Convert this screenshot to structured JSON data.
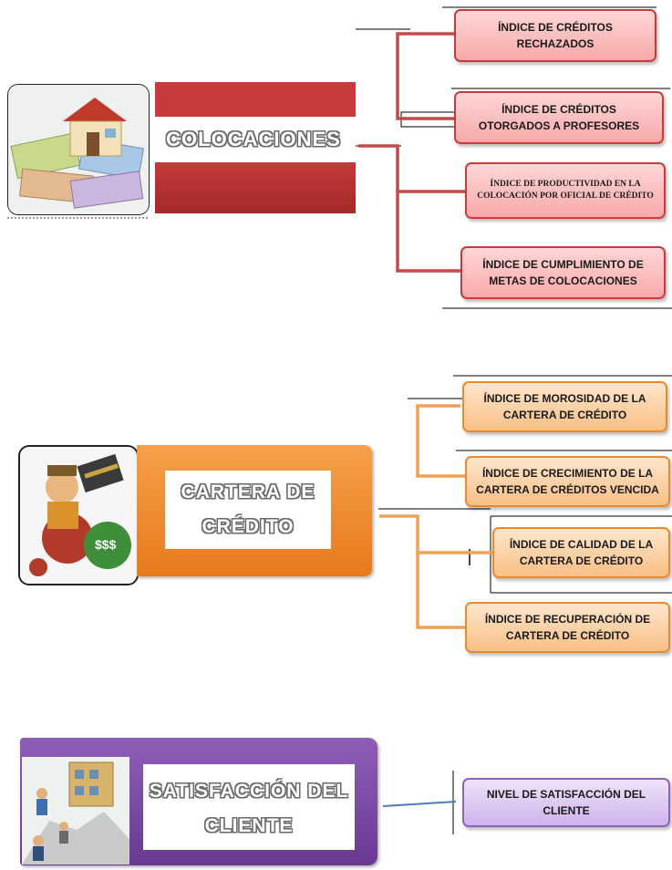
{
  "sections": [
    {
      "id": "colocaciones",
      "title": "COLOCACIONES",
      "image_icon": "house-money-icon",
      "accent": "#c93b3b",
      "items": [
        "ÍNDICE DE CRÉDITOS RECHAZADOS",
        "ÍNDICE DE CRÉDITOS OTORGADOS A PROFESORES",
        "ÍNDICE DE PRODUCTIVIDAD EN LA COLOCACIÓN POR OFICIAL DE CRÉDITO",
        "ÍNDICE DE CUMPLIMIENTO DE METAS DE COLOCACIONES"
      ]
    },
    {
      "id": "cartera",
      "title_line1": "CARTERA DE",
      "title_line2": "CRÉDITO",
      "image_icon": "debt-cartoon-icon",
      "accent": "#f0892a",
      "items": [
        "ÍNDICE DE MOROSIDAD DE LA CARTERA DE CRÉDITO",
        "ÍNDICE DE CRECIMIENTO DE LA CARTERA DE CRÉDITOS VENCIDA",
        "ÍNDICE DE CALIDAD DE LA CARTERA DE CRÉDITO",
        "ÍNDICE DE RECUPERACIÓN DE CARTERA DE CRÉDITO"
      ]
    },
    {
      "id": "satisfaccion",
      "title_line1": "SATISFACCIÓN DEL",
      "title_line2": "CLIENTE",
      "image_icon": "customers-building-icon",
      "accent": "#7d4a9e",
      "items": [
        "NIVEL DE SATISFACCIÓN DEL CLIENTE"
      ]
    }
  ]
}
